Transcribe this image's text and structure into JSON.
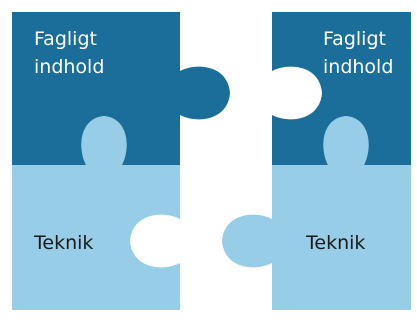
{
  "colors": {
    "dark_blue": "#1B6D9A",
    "light_blue": "#98CDE8",
    "background": "#FFFFFF",
    "label_light": "#FFFFFF",
    "label_dark": "#1A1A1A"
  },
  "left": {
    "top_label_line1": "Fagligt",
    "top_label_line2": "indhold",
    "bottom_label": "Teknik"
  },
  "right": {
    "top_label_line1": "Fagligt",
    "top_label_line2": "indhold",
    "bottom_label": "Teknik"
  }
}
